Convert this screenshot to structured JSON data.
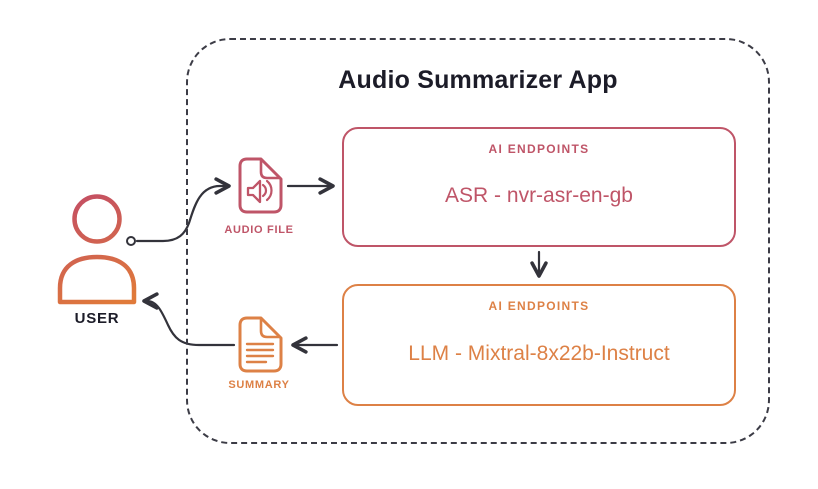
{
  "title": "Audio Summarizer App",
  "nodes": {
    "user": {
      "label": "USER"
    },
    "audio_file": {
      "label": "AUDIO FILE"
    },
    "asr": {
      "header": "AI ENDPOINTS",
      "label": "ASR - nvr-asr-en-gb"
    },
    "llm": {
      "header": "AI ENDPOINTS",
      "label": "LLM - Mixtral-8x22b-Instruct"
    },
    "summary": {
      "label": "SUMMARY"
    }
  },
  "edges": [
    {
      "from": "user",
      "to": "audio_file"
    },
    {
      "from": "audio_file",
      "to": "asr"
    },
    {
      "from": "asr",
      "to": "llm"
    },
    {
      "from": "llm",
      "to": "summary"
    },
    {
      "from": "summary",
      "to": "user"
    }
  ],
  "colors": {
    "rose": "#bf5568",
    "orange": "#dd8146",
    "ink": "#1c1c28",
    "arrow": "#33333b",
    "grad-top": "#c44f63",
    "grad-bottom": "#e07a3a"
  }
}
